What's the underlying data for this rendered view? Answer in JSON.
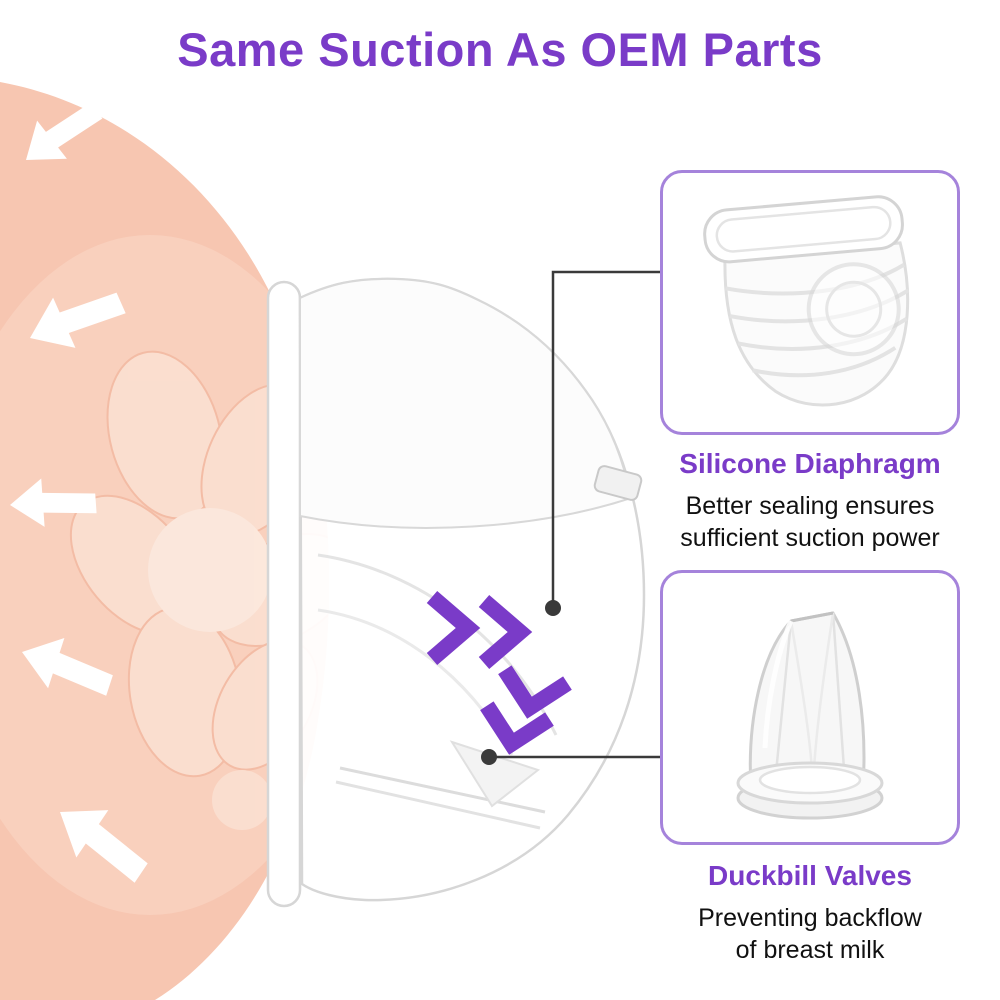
{
  "title": "Same Suction As OEM Parts",
  "colors": {
    "accent_purple": "#7A3BC8",
    "box_border_purple": "#A583DB",
    "body_text": "#111111",
    "breast_peach": "#F7C6B1",
    "connector": "#3A3A3A"
  },
  "callouts": [
    {
      "id": "silicone-diaphragm",
      "heading": "Silicone Diaphragm",
      "description": "Better sealing ensures\nsufficient suction power",
      "image": "silicone-diaphragm-photo"
    },
    {
      "id": "duckbill-valves",
      "heading": "Duckbill Valves",
      "description": "Preventing backflow\nof breast milk",
      "image": "duckbill-valve-photo"
    }
  ],
  "illustration": {
    "main_subject": "wearable breast pump side view",
    "background": "breast illustration with outward white flow arrows",
    "flow_icons": [
      "chevron-right",
      "chevron-right",
      "chevron-down",
      "chevron-down"
    ]
  }
}
